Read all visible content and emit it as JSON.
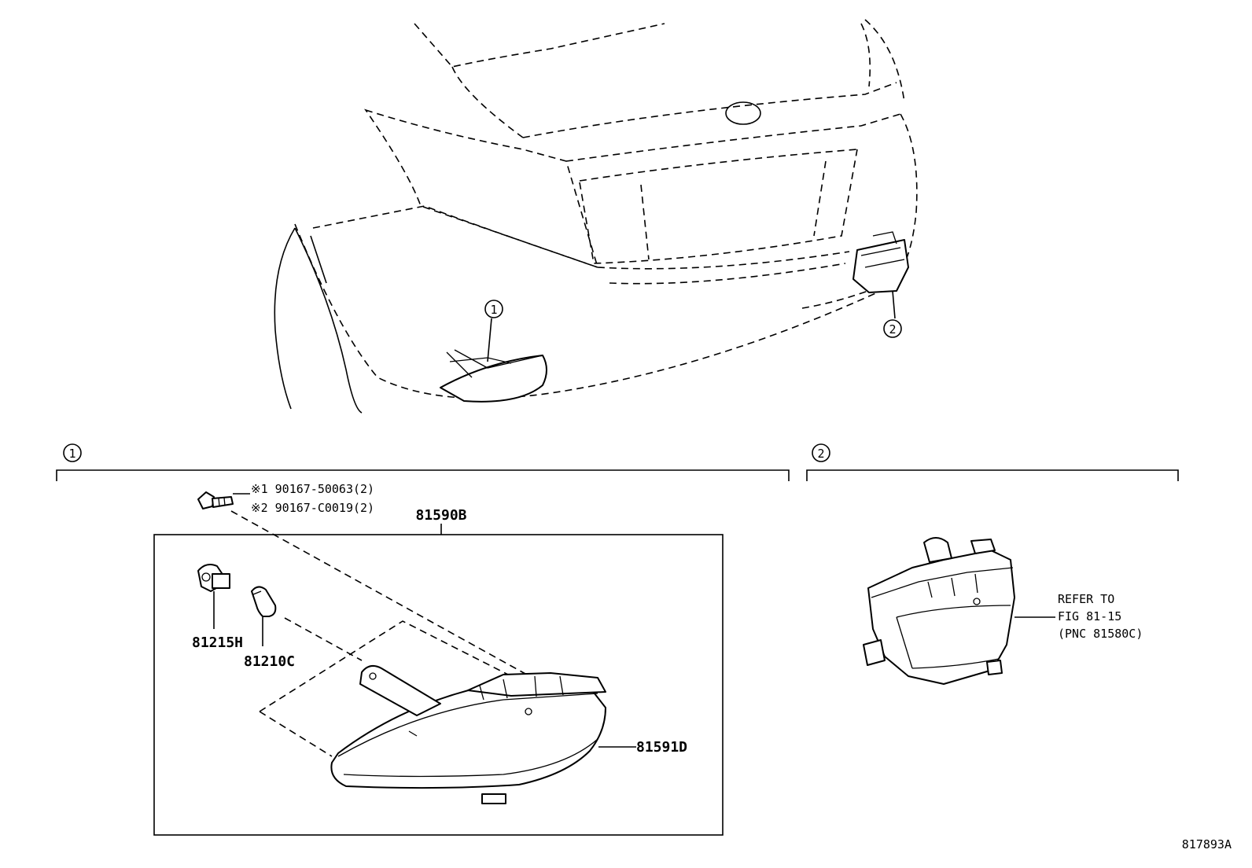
{
  "callouts": {
    "one": "1",
    "two": "2"
  },
  "section_one": {
    "marker": "1",
    "bolt_note_1": "※1 90167-50063(2)",
    "bolt_note_2": "※2 90167-C0019(2)",
    "assembly_label": "81590B",
    "socket_label": "81215H",
    "bulb_label": "81210C",
    "lamp_label": "81591D"
  },
  "section_two": {
    "marker": "2",
    "refer_line_1": "REFER TO",
    "refer_line_2": "FIG 81-15",
    "refer_line_3": "(PNC 81580C)"
  },
  "figure_code": "817893A"
}
